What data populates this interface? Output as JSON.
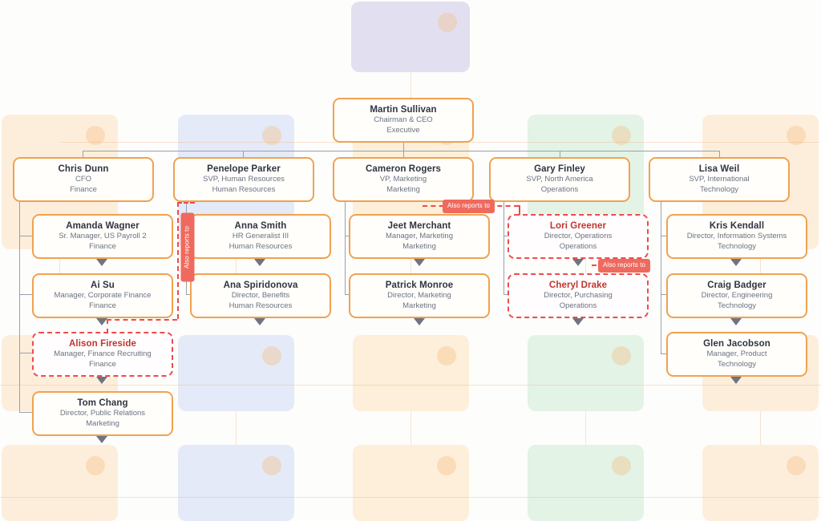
{
  "chart_type": "org-chart",
  "theme": {
    "node_border": "#f0a250",
    "node_bg": "#fffefb",
    "dashed_border": "#ef4b4b",
    "chip_bg": "#ef6a5e",
    "chip_text": "#ffffff",
    "name_color": "#2f3440",
    "subtitle_color": "#6b7280",
    "connector_color": "#9aa0ab",
    "canvas_bg": "#fdfdfc"
  },
  "nodes": {
    "root": {
      "name": "Martin Sullivan",
      "title": "Chairman & CEO",
      "dept": "Executive"
    },
    "level1": [
      {
        "name": "Chris Dunn",
        "title": "CFO",
        "dept": "Finance"
      },
      {
        "name": "Penelope Parker",
        "title": "SVP, Human Resources",
        "dept": "Human Resources"
      },
      {
        "name": "Cameron Rogers",
        "title": "VP, Marketing",
        "dept": "Marketing"
      },
      {
        "name": "Gary Finley",
        "title": "SVP, North America",
        "dept": "Operations"
      },
      {
        "name": "Lisa Weil",
        "title": "SVP, International",
        "dept": "Technology"
      }
    ],
    "level2": [
      {
        "name": "Amanda Wagner",
        "title": "Sr. Manager, US Payroll 2",
        "dept": "Finance"
      },
      {
        "name": "Anna Smith",
        "title": "HR Generalist III",
        "dept": "Human Resources"
      },
      {
        "name": "Jeet Merchant",
        "title": "Manager, Marketing",
        "dept": "Marketing"
      },
      {
        "name": "Lori Greener",
        "title": "Director, Operations",
        "dept": "Operations",
        "dashed": true
      },
      {
        "name": "Kris Kendall",
        "title": "Director, Information Systems",
        "dept": "Technology"
      }
    ],
    "level3": [
      {
        "name": "Ai Su",
        "title": "Manager, Corporate Finance",
        "dept": "Finance"
      },
      {
        "name": "Ana Spiridonova",
        "title": "Director, Benefits",
        "dept": "Human Resources"
      },
      {
        "name": "Patrick Monroe",
        "title": "Director, Marketing",
        "dept": "Marketing"
      },
      {
        "name": "Cheryl Drake",
        "title": "Director, Purchasing",
        "dept": "Operations",
        "dashed": true
      },
      {
        "name": "Craig Badger",
        "title": "Director, Engineering",
        "dept": "Technology"
      }
    ],
    "level4": [
      {
        "name": "Alison Fireside",
        "title": "Manager, Finance Recruiting",
        "dept": "Finance",
        "dashed": true
      },
      {
        "name": "Glen Jacobson",
        "title": "Manager, Product",
        "dept": "Technology"
      }
    ],
    "level5": [
      {
        "name": "Tom Chang",
        "title": "Director, Public Relations",
        "dept": "Marketing"
      }
    ]
  },
  "dotted_relations": {
    "label": "Also reports to",
    "instances": [
      {
        "id": "lori-greener-secondary",
        "orientation": "horizontal"
      },
      {
        "id": "cheryl-drake-secondary",
        "orientation": "horizontal"
      },
      {
        "id": "alison-fireside-secondary",
        "orientation": "vertical"
      }
    ]
  }
}
